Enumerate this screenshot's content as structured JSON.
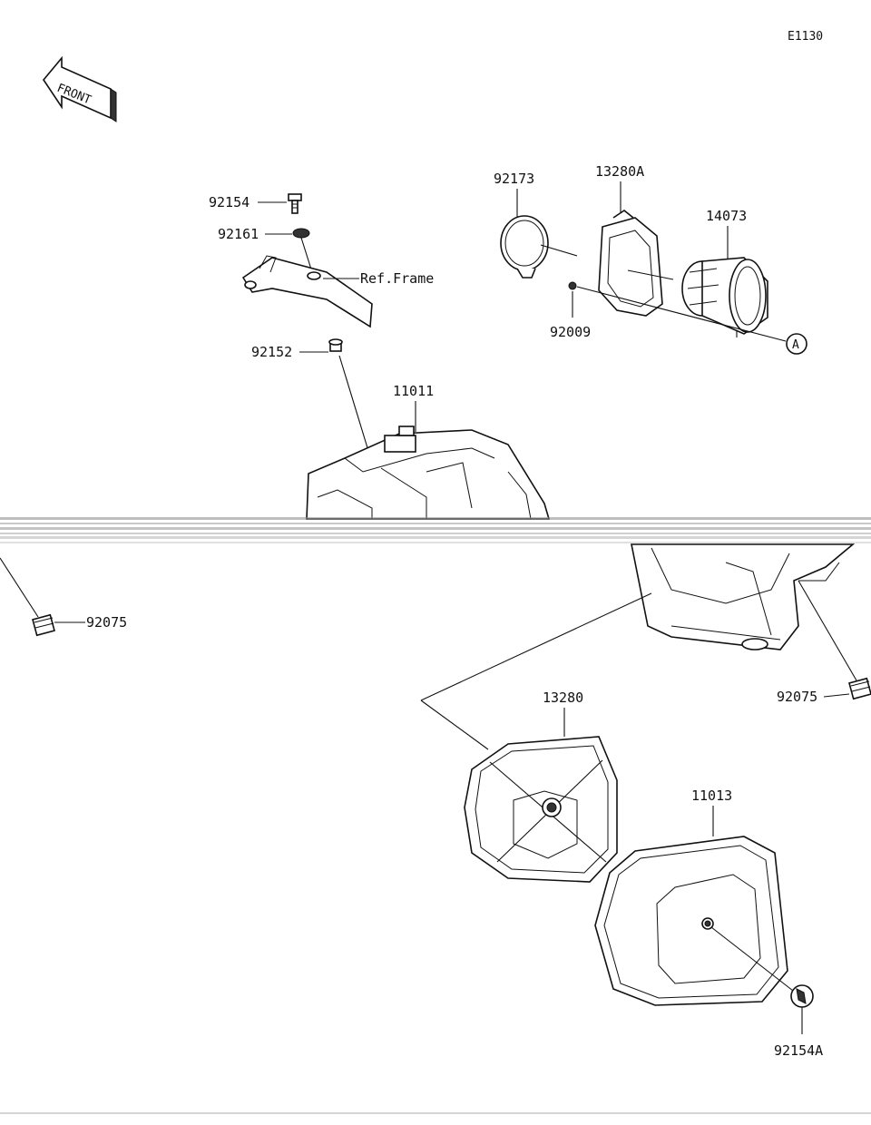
{
  "diagram": {
    "code": "E1130",
    "front_label": "FRONT",
    "ref_frame_label": "Ref.Frame",
    "callout_a": "A",
    "parts": {
      "p92154": "92154",
      "p92161": "92161",
      "p92152": "92152",
      "p11011": "11011",
      "p92173": "92173",
      "p13280A": "13280A",
      "p14073": "14073",
      "p92009": "92009",
      "p92075_left": "92075",
      "p92075_right": "92075",
      "p13280": "13280",
      "p11013": "11013",
      "p92154A": "92154A"
    }
  }
}
